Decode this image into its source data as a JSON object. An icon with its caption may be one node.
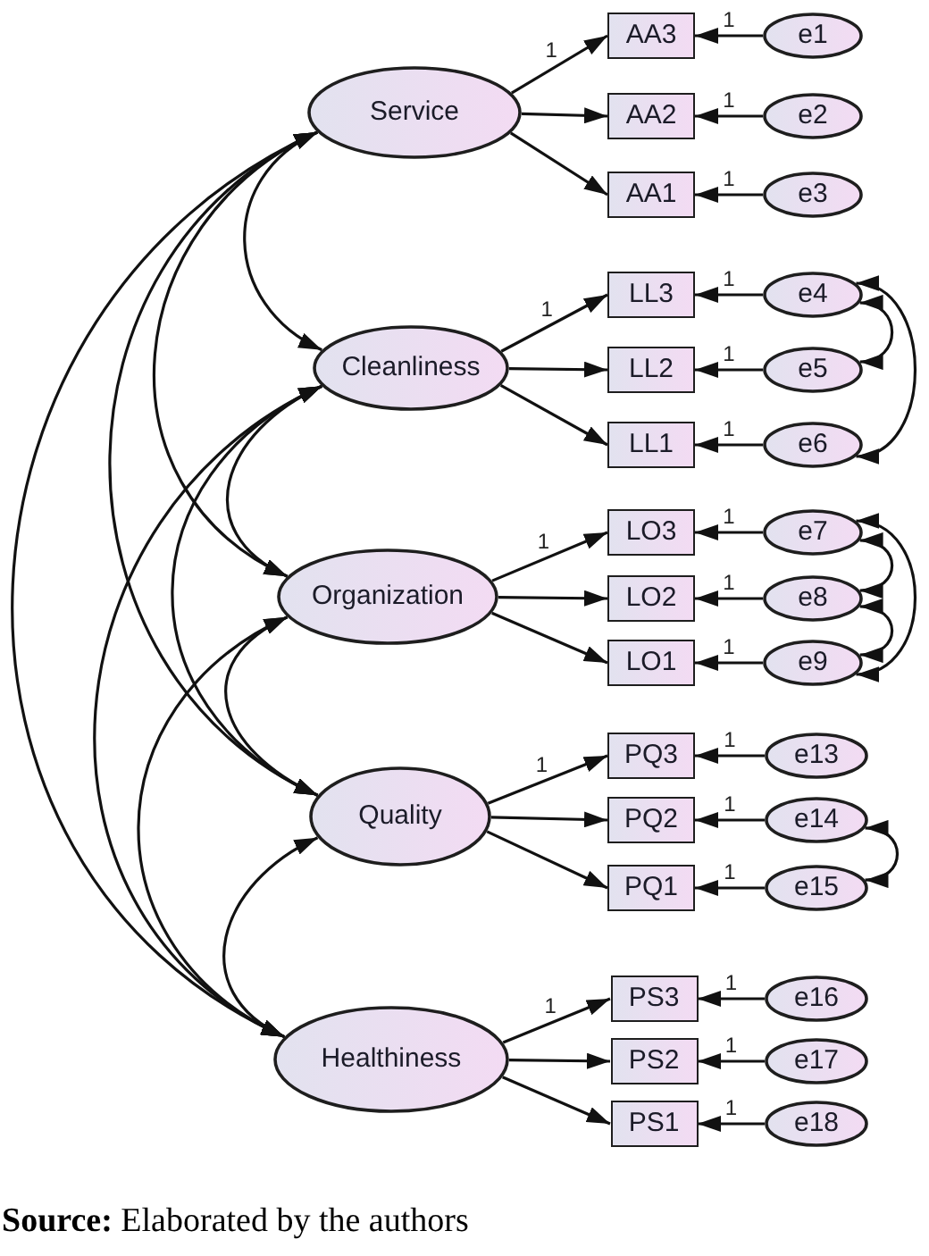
{
  "diagram": {
    "caption": "**Source:** Elaborated by the authors",
    "nodes": [
      {
        "text": [
          "Service"
        ]
      },
      {
        "text": [
          "AA3"
        ]
      },
      {
        "text": [
          "AA2"
        ]
      },
      {
        "text": [
          "AA1"
        ]
      },
      {
        "text": [
          "e1"
        ]
      },
      {
        "text": [
          "e2"
        ]
      },
      {
        "text": [
          "e3"
        ]
      },
      {
        "text": [
          "Cleanliness"
        ]
      },
      {
        "text": [
          "LL3"
        ]
      },
      {
        "text": [
          "LL2"
        ]
      },
      {
        "text": [
          "LL1"
        ]
      },
      {
        "text": [
          "e4"
        ]
      },
      {
        "text": [
          "e5"
        ]
      },
      {
        "text": [
          "e6"
        ]
      },
      {
        "text": [
          "Organization"
        ]
      },
      {
        "text": [
          "LO3"
        ]
      },
      {
        "text": [
          "LO2"
        ]
      },
      {
        "text": [
          "LO1"
        ]
      },
      {
        "text": [
          "e7"
        ]
      },
      {
        "text": [
          "e8"
        ]
      },
      {
        "text": [
          "e9"
        ]
      },
      {
        "text": [
          "Quality"
        ]
      },
      {
        "text": [
          "PQ3"
        ]
      },
      {
        "text": [
          "PQ2"
        ]
      },
      {
        "text": [
          "PQ1"
        ]
      },
      {
        "text": [
          "e13"
        ]
      },
      {
        "text": [
          "e14"
        ]
      },
      {
        "text": [
          "e15"
        ]
      },
      {
        "text": [
          "Healthiness"
        ]
      },
      {
        "text": [
          "PS3"
        ]
      },
      {
        "text": [
          "PS2"
        ]
      },
      {
        "text": [
          "PS1"
        ]
      },
      {
        "text": [
          "e16"
        ]
      },
      {
        "text": [
          "e17"
        ]
      },
      {
        "text": [
          "e18"
        ]
      }
    ],
    "edges": [
      {
        "from": 0,
        "to": 1,
        "arrow": "to",
        "label": "1"
      },
      {
        "from": 0,
        "to": 2,
        "arrow": "to"
      },
      {
        "from": 0,
        "to": 3,
        "arrow": "to"
      },
      {
        "from": 4,
        "to": 1,
        "arrow": "to",
        "label": "1"
      },
      {
        "from": 5,
        "to": 2,
        "arrow": "to",
        "label": "1"
      },
      {
        "from": 6,
        "to": 3,
        "arrow": "to",
        "label": "1"
      },
      {
        "from": 7,
        "to": 8,
        "arrow": "to",
        "label": "1"
      },
      {
        "from": 7,
        "to": 9,
        "arrow": "to"
      },
      {
        "from": 7,
        "to": 10,
        "arrow": "to"
      },
      {
        "from": 11,
        "to": 8,
        "arrow": "to",
        "label": "1"
      },
      {
        "from": 12,
        "to": 9,
        "arrow": "to",
        "label": "1"
      },
      {
        "from": 13,
        "to": 10,
        "arrow": "to",
        "label": "1"
      },
      {
        "from": 11,
        "to": 12,
        "arrow": "both"
      },
      {
        "from": 11,
        "to": 13,
        "arrow": "both"
      },
      {
        "from": 14,
        "to": 15,
        "arrow": "to",
        "label": "1"
      },
      {
        "from": 14,
        "to": 16,
        "arrow": "to"
      },
      {
        "from": 14,
        "to": 17,
        "arrow": "to"
      },
      {
        "from": 18,
        "to": 15,
        "arrow": "to",
        "label": "1"
      },
      {
        "from": 19,
        "to": 16,
        "arrow": "to",
        "label": "1"
      },
      {
        "from": 20,
        "to": 17,
        "arrow": "to",
        "label": "1"
      },
      {
        "from": 18,
        "to": 19,
        "arrow": "both"
      },
      {
        "from": 19,
        "to": 20,
        "arrow": "both"
      },
      {
        "from": 18,
        "to": 20,
        "arrow": "both"
      },
      {
        "from": 21,
        "to": 22,
        "arrow": "to",
        "label": "1"
      },
      {
        "from": 21,
        "to": 23,
        "arrow": "to"
      },
      {
        "from": 21,
        "to": 24,
        "arrow": "to"
      },
      {
        "from": 25,
        "to": 22,
        "arrow": "to",
        "label": "1"
      },
      {
        "from": 26,
        "to": 23,
        "arrow": "to",
        "label": "1"
      },
      {
        "from": 27,
        "to": 24,
        "arrow": "to",
        "label": "1"
      },
      {
        "from": 26,
        "to": 27,
        "arrow": "both"
      },
      {
        "from": 28,
        "to": 29,
        "arrow": "to",
        "label": "1"
      },
      {
        "from": 28,
        "to": 30,
        "arrow": "to"
      },
      {
        "from": 28,
        "to": 31,
        "arrow": "to"
      },
      {
        "from": 32,
        "to": 29,
        "arrow": "to",
        "label": "1"
      },
      {
        "from": 33,
        "to": 30,
        "arrow": "to",
        "label": "1"
      },
      {
        "from": 34,
        "to": 31,
        "arrow": "to",
        "label": "1"
      },
      {
        "from": 0,
        "to": 7,
        "arrow": "both"
      },
      {
        "from": 0,
        "to": 14,
        "arrow": "both"
      },
      {
        "from": 0,
        "to": 21,
        "arrow": "both"
      },
      {
        "from": 0,
        "to": 28,
        "arrow": "both"
      },
      {
        "from": 7,
        "to": 14,
        "arrow": "both"
      },
      {
        "from": 7,
        "to": 21,
        "arrow": "both"
      },
      {
        "from": 7,
        "to": 28,
        "arrow": "both"
      },
      {
        "from": 14,
        "to": 21,
        "arrow": "both"
      },
      {
        "from": 14,
        "to": 28,
        "arrow": "both"
      },
      {
        "from": 21,
        "to": 28,
        "arrow": "both"
      }
    ]
  }
}
